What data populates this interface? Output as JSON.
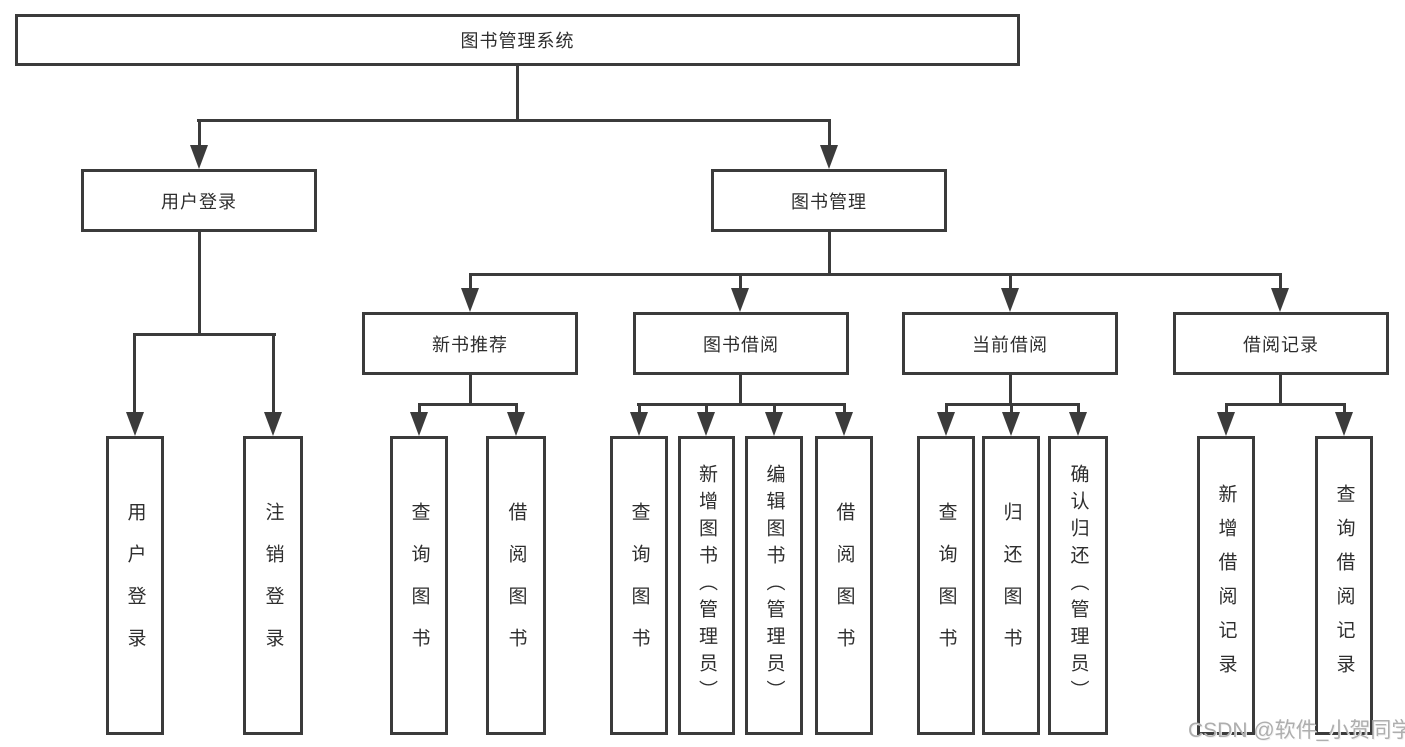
{
  "diagram": {
    "tree": {
      "label": "图书管理系统",
      "children": [
        {
          "label": "用户登录",
          "children": [
            {
              "label": "用户登录"
            },
            {
              "label": "注销登录"
            }
          ]
        },
        {
          "label": "图书管理",
          "children": [
            {
              "label": "新书推荐",
              "children": [
                {
                  "label": "查询图书"
                },
                {
                  "label": "借阅图书"
                }
              ]
            },
            {
              "label": "图书借阅",
              "children": [
                {
                  "label": "查询图书"
                },
                {
                  "label": "新增图书（管理员）"
                },
                {
                  "label": "编辑图书（管理员）"
                },
                {
                  "label": "借阅图书"
                }
              ]
            },
            {
              "label": "当前借阅",
              "children": [
                {
                  "label": "查询图书"
                },
                {
                  "label": "归还图书"
                },
                {
                  "label": "确认归还（管理员）"
                }
              ]
            },
            {
              "label": "借阅记录",
              "children": [
                {
                  "label": "新增借阅记录"
                },
                {
                  "label": "查询借阅记录"
                }
              ]
            }
          ]
        }
      ]
    },
    "colors": {
      "line": "#3b3b3b",
      "text": "#2e2e2e",
      "background": "#ffffff",
      "watermark": "#aeaeae"
    }
  },
  "watermark": {
    "text": "CSDN @软件_小贺同学"
  }
}
